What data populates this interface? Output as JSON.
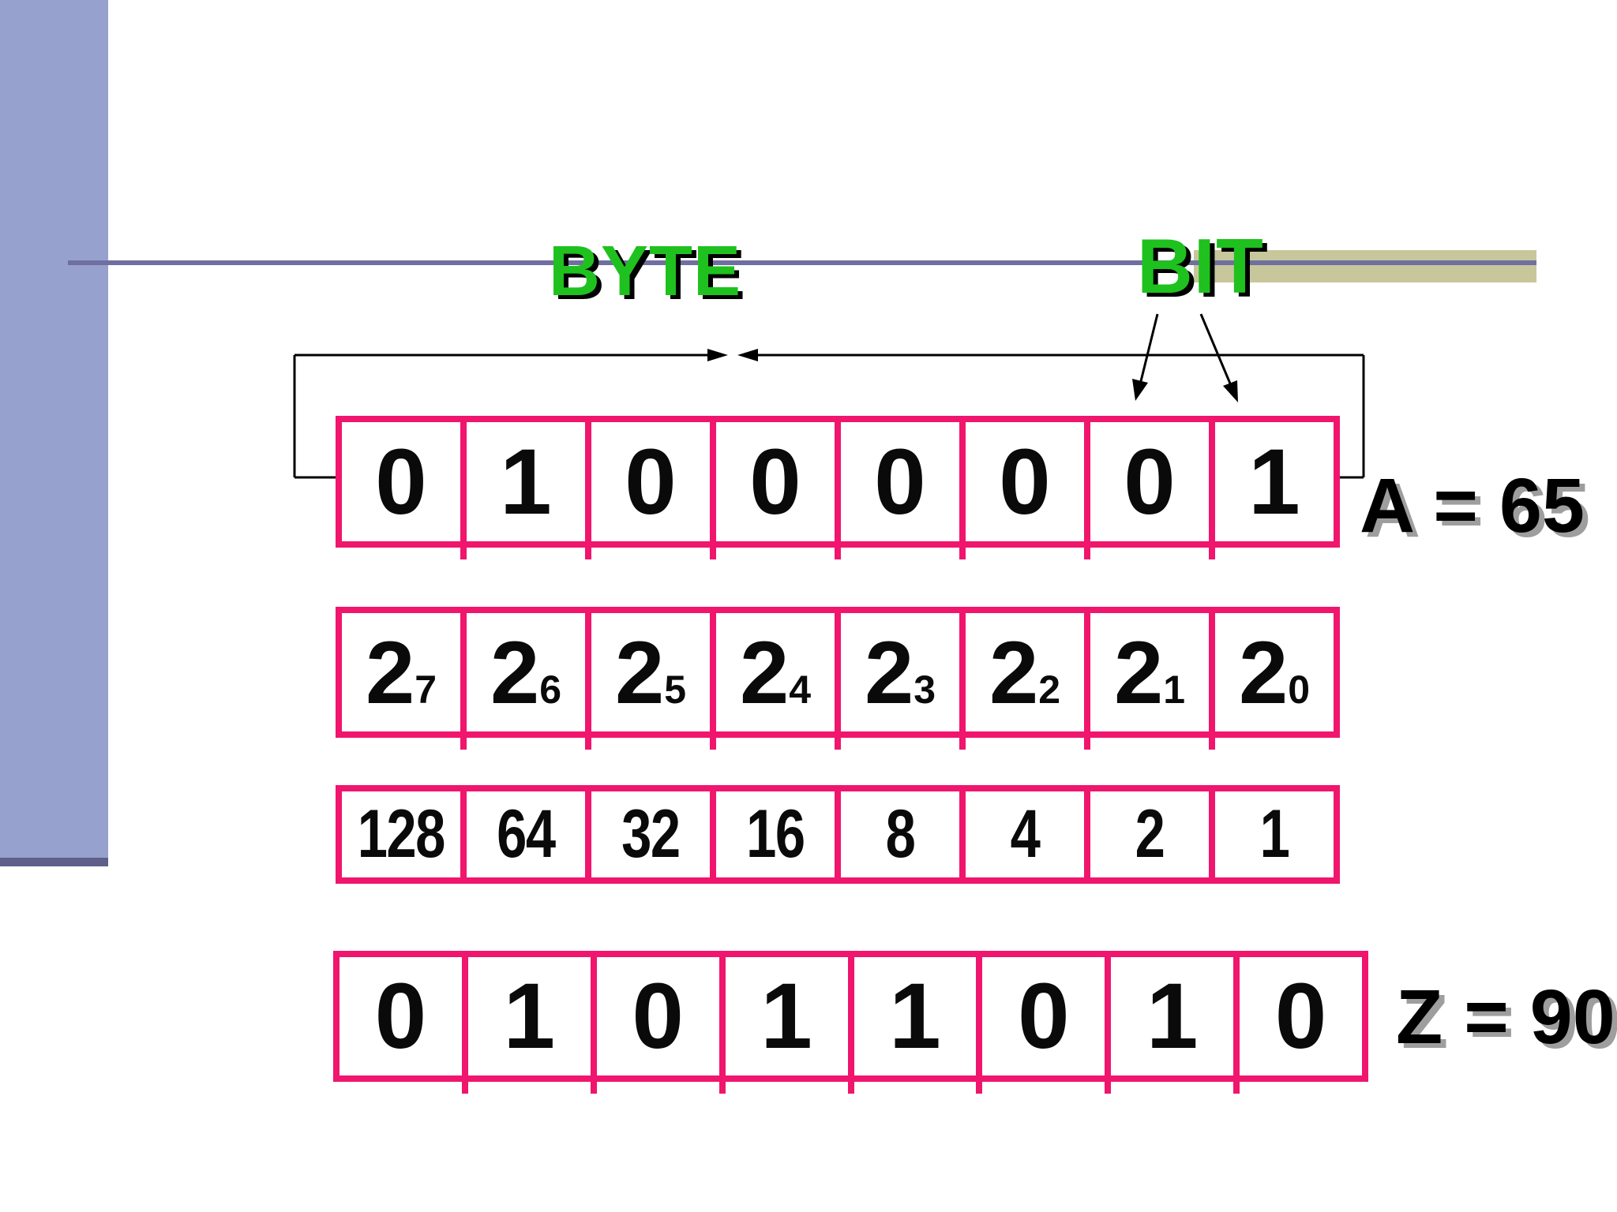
{
  "labels": {
    "byte": "BYTE",
    "bit": "BIT"
  },
  "annotations": {
    "a_value": "A = 65",
    "z_value": "Z = 90"
  },
  "rows": {
    "binary_a": [
      "0",
      "1",
      "0",
      "0",
      "0",
      "0",
      "0",
      "1"
    ],
    "powers": [
      {
        "base": "2",
        "exp": "7"
      },
      {
        "base": "2",
        "exp": "6"
      },
      {
        "base": "2",
        "exp": "5"
      },
      {
        "base": "2",
        "exp": "4"
      },
      {
        "base": "2",
        "exp": "3"
      },
      {
        "base": "2",
        "exp": "2"
      },
      {
        "base": "2",
        "exp": "1"
      },
      {
        "base": "2",
        "exp": "0"
      }
    ],
    "weights": [
      "128",
      "64",
      "32",
      "16",
      "8",
      "4",
      "2",
      "1"
    ],
    "binary_z": [
      "0",
      "1",
      "0",
      "1",
      "1",
      "0",
      "1",
      "0"
    ]
  },
  "colors": {
    "pink": "#f0156d",
    "green": "#1fc11f",
    "khaki": "#c8c79b",
    "sidebar": "#97a1ce",
    "sidebar_strip": "#5e6089",
    "line": "#6f6fa0",
    "shadow_gray": "#9e9e9e"
  }
}
